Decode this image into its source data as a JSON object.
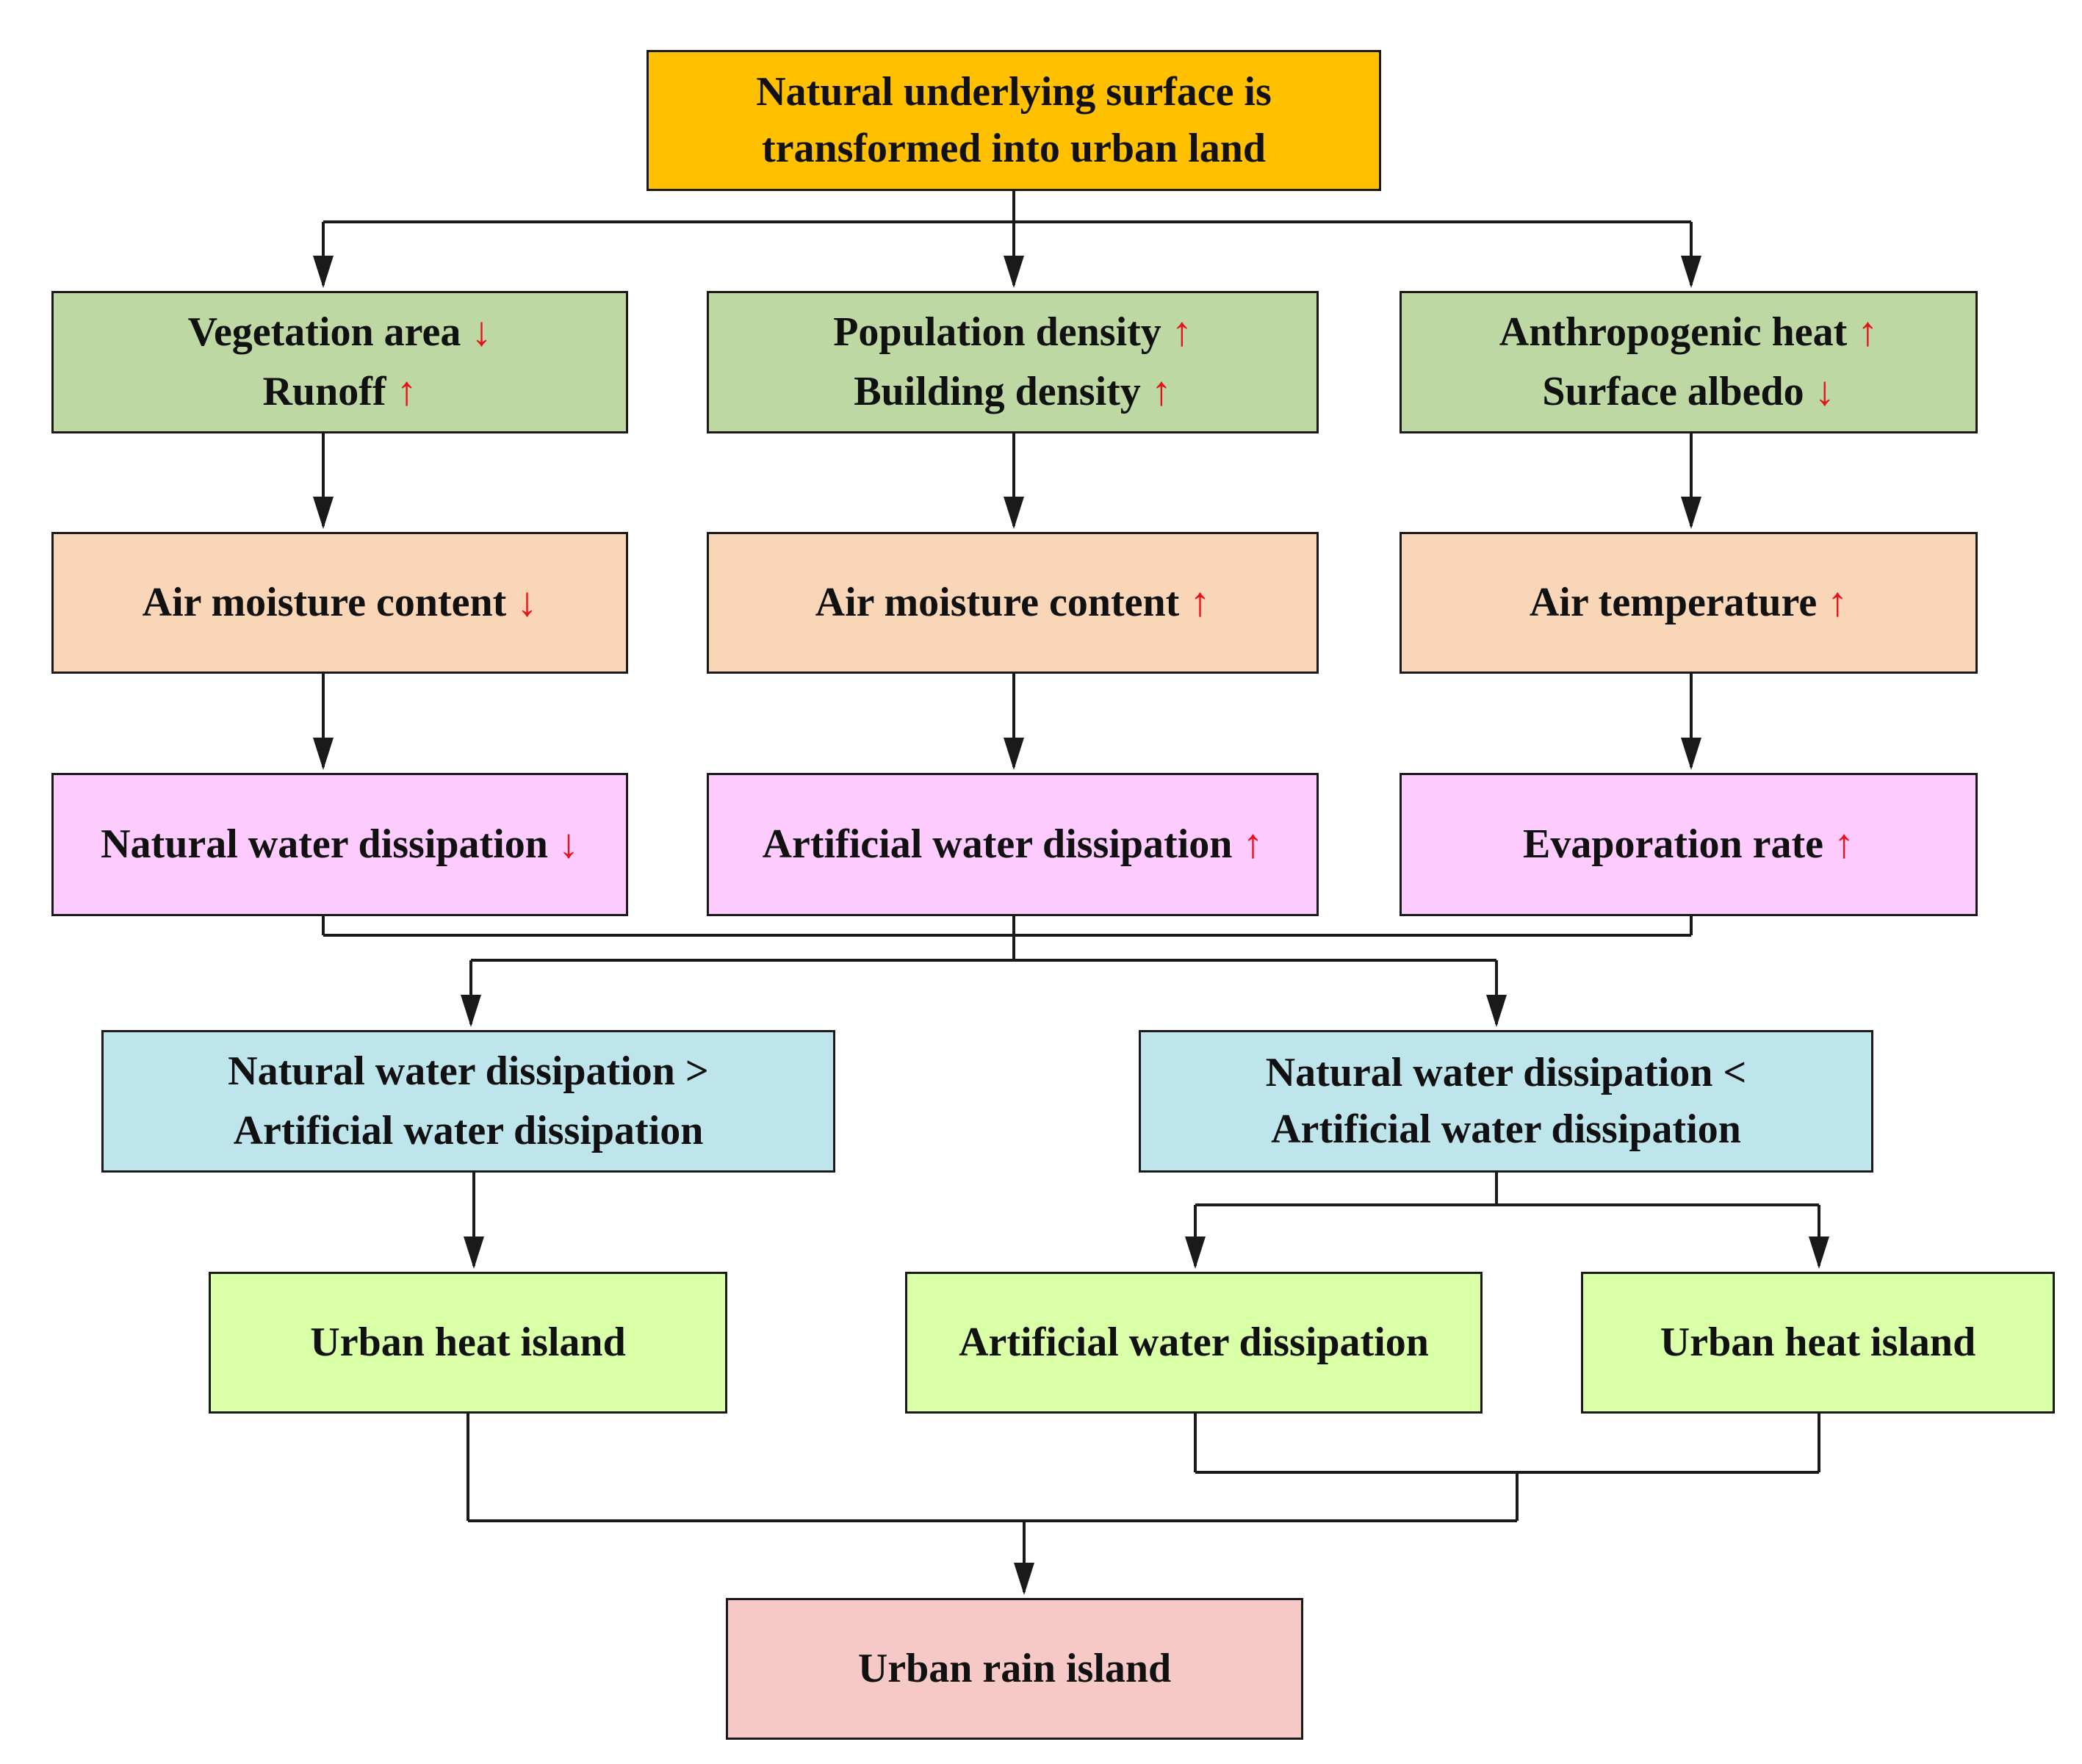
{
  "colors": {
    "top": "#ffc000",
    "factors": "#bdd8a2",
    "moisture": "#fad6b8",
    "dissipation": "#fdcbfd",
    "comparison": "#bfe5ec",
    "effects": "#d9ffa7",
    "result": "#f6c8c6",
    "arrow_indicator": "#e8101a",
    "lines": "#1a1a1a"
  },
  "top": {
    "line1": "Natural underlying surface is",
    "line2": "transformed into urban land"
  },
  "factors": {
    "left": {
      "line1": "Vegetation area",
      "line1_dir": "down",
      "line2": "Runoff",
      "line2_dir": "up"
    },
    "middle": {
      "line1": "Population density",
      "line1_dir": "up",
      "line2": "Building density",
      "line2_dir": "up"
    },
    "right": {
      "line1": "Anthropogenic heat",
      "line1_dir": "up",
      "line2": "Surface albedo",
      "line2_dir": "down"
    }
  },
  "moisture": {
    "left": {
      "label": "Air moisture content",
      "dir": "down"
    },
    "middle": {
      "label": "Air moisture content",
      "dir": "up"
    },
    "right": {
      "label": "Air temperature",
      "dir": "up"
    }
  },
  "dissipation": {
    "left": {
      "label": "Natural water dissipation",
      "dir": "down"
    },
    "middle": {
      "label": "Artificial water dissipation",
      "dir": "up"
    },
    "right": {
      "label": "Evaporation rate",
      "dir": "up"
    }
  },
  "comparison": {
    "left": {
      "line1": "Natural water dissipation >",
      "line2": "Artificial water dissipation"
    },
    "right": {
      "line1": "Natural water dissipation <",
      "line2": "Artificial water dissipation"
    }
  },
  "effects": {
    "left": "Urban heat island",
    "middle": "Artificial water dissipation",
    "right": "Urban heat island"
  },
  "result": "Urban rain island"
}
